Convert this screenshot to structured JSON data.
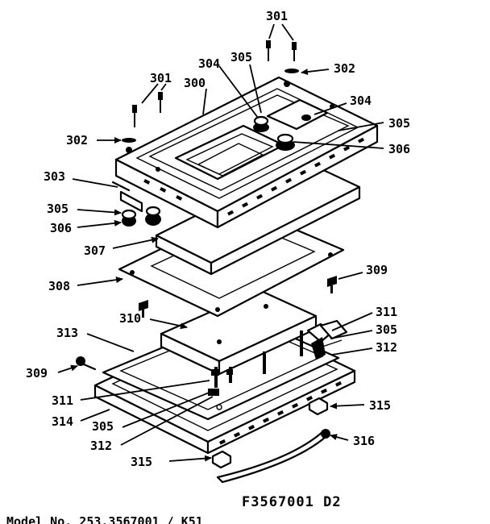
{
  "diagram": {
    "caption": "F3567001 D2",
    "footer": "Model No. 253.3567001 / K51",
    "parts": [
      "301",
      "301",
      "302",
      "302",
      "300",
      "304",
      "305",
      "304",
      "305",
      "306",
      "303",
      "305",
      "306",
      "307",
      "308",
      "309",
      "309",
      "310",
      "311",
      "305",
      "312",
      "313",
      "311",
      "314",
      "305",
      "312",
      "315",
      "315",
      "316"
    ]
  }
}
